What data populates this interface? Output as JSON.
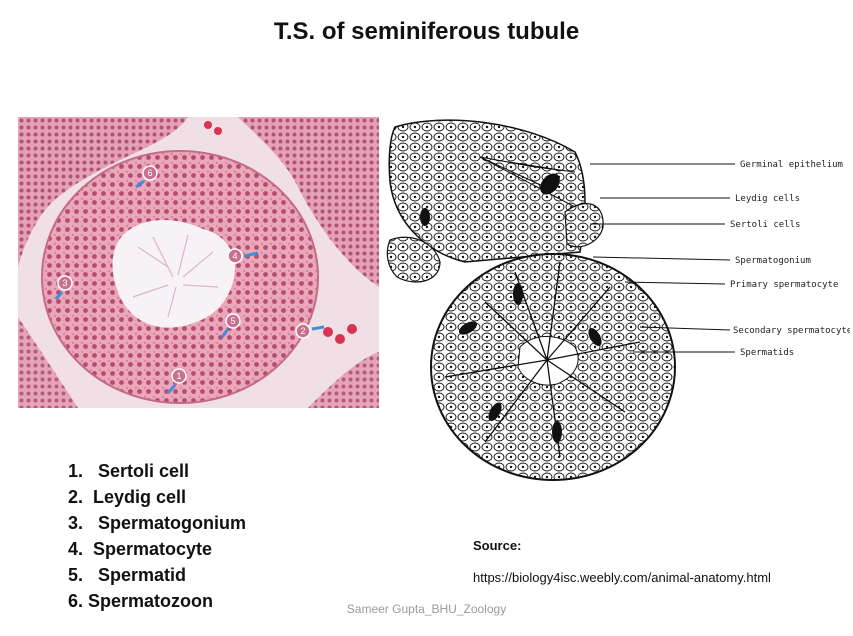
{
  "title": "T.S. of seminiferous tubule",
  "legend": [
    "1.   Sertoli cell",
    "2.  Leydig cell",
    "3.   Spermatogonium",
    "4.  Spermatocyte",
    "5.   Spermatid",
    "6. Spermatozoon"
  ],
  "micrograph_markers": [
    "6",
    "4",
    "3",
    "5",
    "2",
    "1"
  ],
  "diagram_labels": [
    "Germinal epithelium",
    "Leydig cells",
    "Sertoli cells",
    "Spermatogonium",
    "Primary spermatocyte",
    "Secondary spermatocyte",
    "Spermatids"
  ],
  "source": {
    "label": "Source:",
    "url": "https://biology4isc.weebly.com/animal-anatomy.html"
  },
  "footer": "Sameer Gupta_BHU_Zoology",
  "colors": {
    "tissue_pink": "#e7a2b6",
    "tissue_dark": "#b8436a",
    "lumen": "#f7f2f5",
    "arrow_blue": "#3f8fd8"
  }
}
